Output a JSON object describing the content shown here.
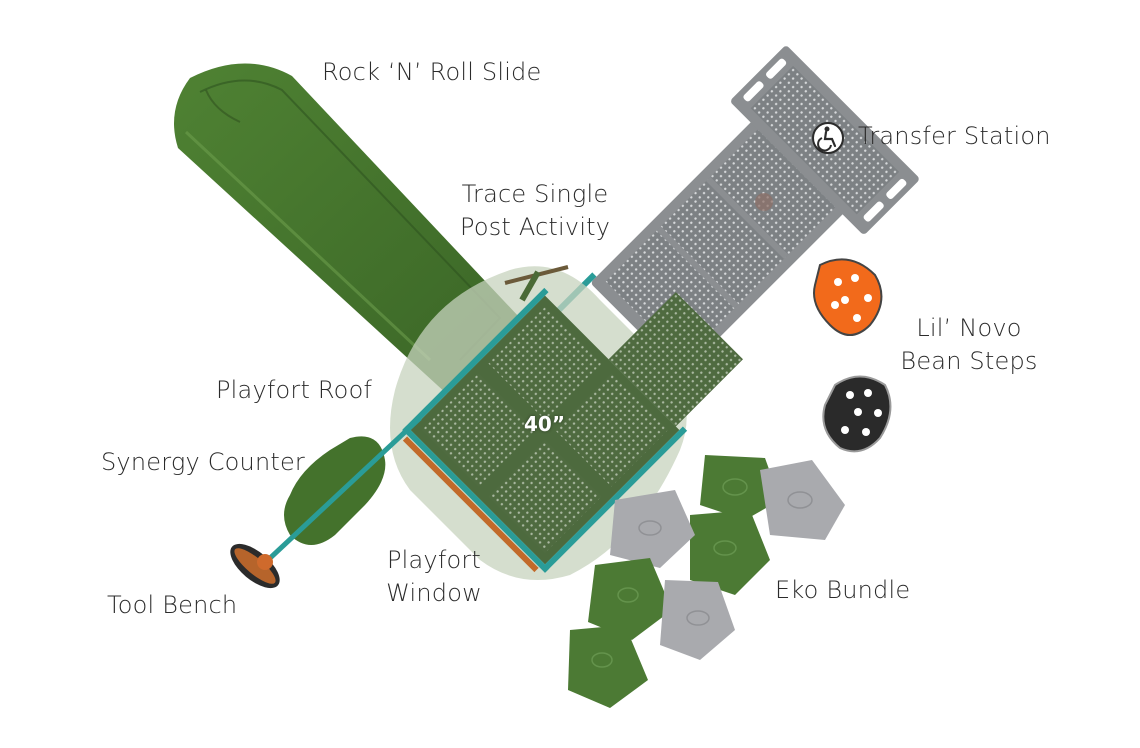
{
  "labels": {
    "slide": "Rock ‘N’ Roll Slide",
    "transfer_station": "Transfer Station",
    "trace_line1": "Trace Single",
    "trace_line2": "Post Activity",
    "bean_line1": "Lil’ Novo",
    "bean_line2": "Bean Steps",
    "playfort_roof": "Playfort Roof",
    "synergy_counter": "Synergy Counter",
    "tool_bench": "Tool Bench",
    "window_line1": "Playfort",
    "window_line2": "Window",
    "eko_bundle": "Eko Bundle"
  },
  "deck_height": "40”",
  "icons": [
    "accessibility-icon"
  ],
  "colors": {
    "slide_green": "#44722c",
    "slide_green_dark": "#2f5420",
    "deck_green": "#4d6a3e",
    "teal": "#2a9c98",
    "steel": "#8a8d90",
    "orange": "#f26a1b",
    "black": "#2a2a2a",
    "stone_gray": "#a9aaae",
    "stone_green": "#4c7a34",
    "roof": "#c9d5c0"
  }
}
